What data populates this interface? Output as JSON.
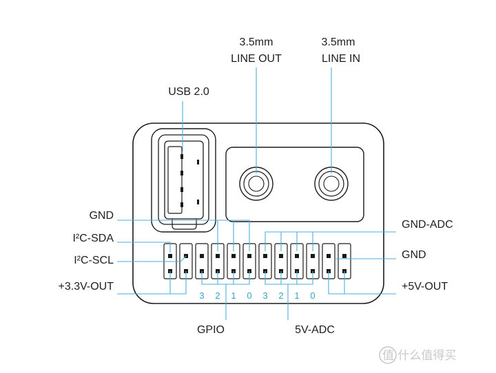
{
  "labels": {
    "line_out": [
      "3.5mm",
      "LINE OUT"
    ],
    "line_in": [
      "3.5mm",
      "LINE IN"
    ],
    "usb": "USB 2.0",
    "gnd_left": "GND",
    "i2c_sda": "I²C-SDA",
    "i2c_scl": "I²C-SCL",
    "v33_out": "+3.3V-OUT",
    "gnd_adc": "GND-ADC",
    "gnd_right": "GND",
    "v5_out": "+5V-OUT",
    "gpio": "GPIO",
    "v5_adc": "5V-ADC"
  },
  "gpio_numbers": [
    "3",
    "2",
    "1",
    "0"
  ],
  "adc_numbers": [
    "3",
    "2",
    "1",
    "0"
  ],
  "watermark": "值 什么值得买",
  "colors": {
    "leader_line": "#49aee0",
    "pin_numbers": "#3aa0cc",
    "outline": "#1a1a1a",
    "text": "#1e1e1e"
  }
}
